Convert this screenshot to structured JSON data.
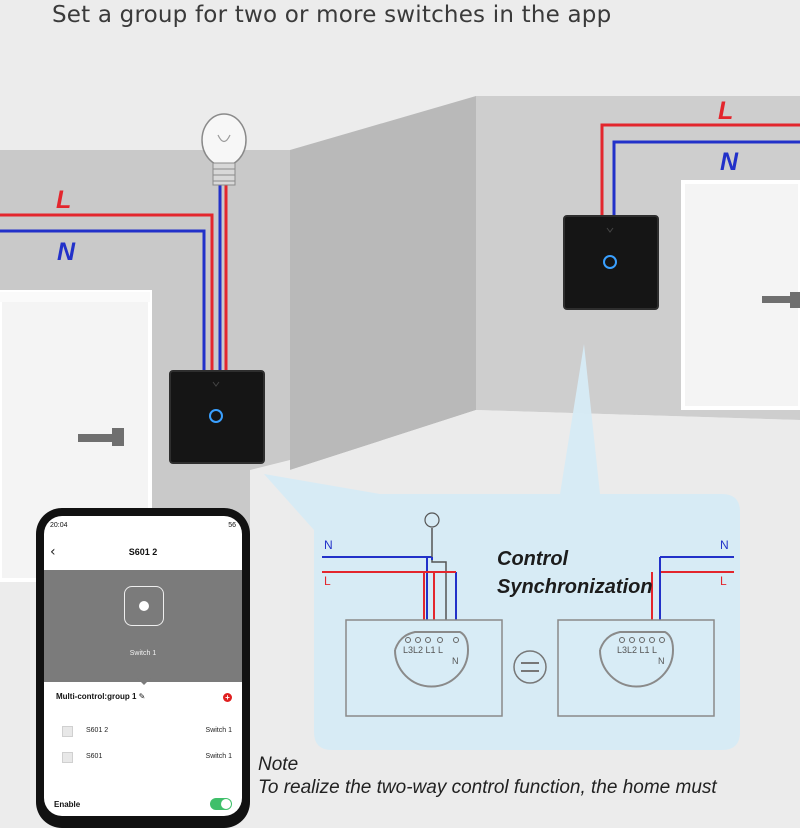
{
  "headline": "Set a group for two or more switches in the app",
  "wires": {
    "live": "L",
    "neutral": "N",
    "live_color": "#e3262d",
    "neutral_color": "#2231c9"
  },
  "diagram": {
    "title_line1": "Control",
    "title_line2": "Synchronization",
    "left_terminals": "L3L2 L1  L",
    "right_terminals": "L3L2 L1  L",
    "terminal_n": "N"
  },
  "note": {
    "title": "Note",
    "body": "To realize the two-way control function, the home must"
  },
  "phone": {
    "status_time": "20:04",
    "status_right": "56",
    "back_icon": "chevron-left-icon",
    "device_title": "S601 2",
    "switch_label": "Switch 1",
    "group_label": "Multi-control:group 1",
    "edit_icon": "pencil-icon",
    "add_icon": "plus-icon",
    "devices": [
      {
        "name": "S601 2",
        "switch": "Switch 1"
      },
      {
        "name": "S601",
        "switch": "Switch 1"
      }
    ],
    "enable_label": "Enable"
  }
}
